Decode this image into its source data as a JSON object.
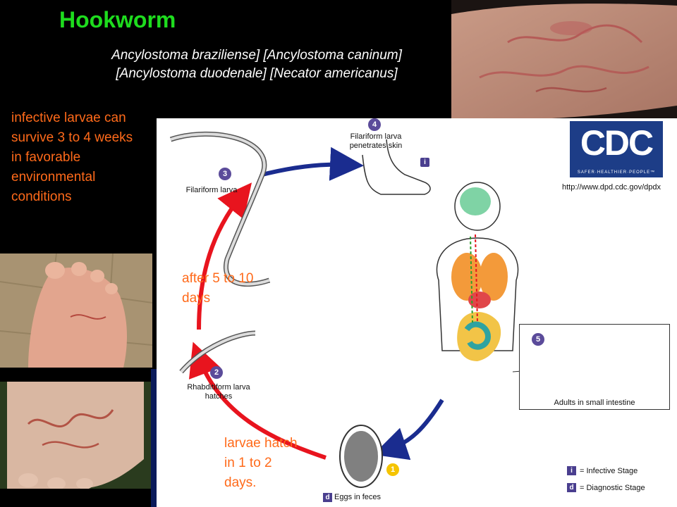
{
  "title": "Hookworm",
  "species": {
    "line1": "Ancylostoma braziliense] [Ancylostoma caninum]",
    "line2": "[Ancylostoma duodenale] [Necator americanus]"
  },
  "notes": {
    "survival": "infective larvae can survive 3 to 4 weeks in favorable environmental conditions",
    "after_days": "after 5 to 10 days",
    "hatch": "larvae hatch in 1 to 2 days."
  },
  "diagram": {
    "stages": [
      {
        "number": "1",
        "label": ""
      },
      {
        "number": "2",
        "label": "Rhabditiform larva hatches"
      },
      {
        "number": "3",
        "label": "Filariform larva"
      },
      {
        "number": "4",
        "label": "Filariform larva penetrates skin"
      },
      {
        "number": "5",
        "label": "Adults in small intestine"
      }
    ],
    "eggs_label": "Eggs in feces",
    "eggs_marker": "d",
    "skin_marker": "i",
    "legend": [
      {
        "symbol": "i",
        "text": "= Infective Stage"
      },
      {
        "symbol": "d",
        "text": "= Diagnostic Stage"
      }
    ]
  },
  "cdc": {
    "logo": "CDC",
    "tagline": "SAFER·HEALTHIER·PEOPLE™",
    "url": "http://www.dpd.cdc.gov/dpdx"
  },
  "colors": {
    "title": "#1edc1e",
    "notes": "#ff6a1a",
    "arrow_red": "#e8141e",
    "arrow_blue": "#1a2c8f",
    "badge": "#5b4b9a"
  }
}
